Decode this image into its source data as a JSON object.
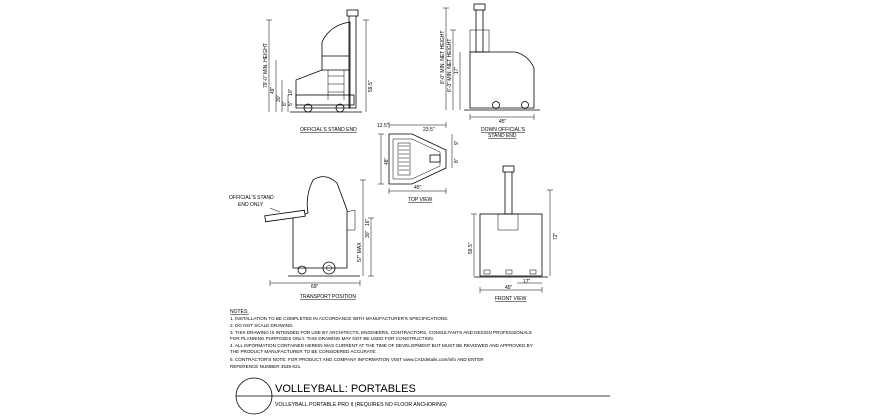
{
  "views": {
    "officials_end": {
      "caption": "OFFICIAL'S STAND END",
      "dims": [
        "79'-0\" MIN. HEIGHT",
        "49\"",
        "30\"",
        "8\"",
        "5\"",
        "10\"",
        "59.5\""
      ]
    },
    "down_officials": {
      "caption_line1": "DOWN OFFICIAL'S",
      "caption_line2": "STAND END",
      "dims": [
        "8'-0\" MIN. NET HEIGHT",
        "6'-3\" MIN. NET HEIGHT",
        "17\""
      ],
      "width_dim": "45\""
    },
    "top": {
      "caption": "TOP VIEW",
      "dims": [
        "12.5\"",
        "23.5\"",
        "9\"",
        "48\"",
        "8\""
      ],
      "width_dim": "45\""
    },
    "transport": {
      "caption": "TRANSPORT POSITION",
      "callout_line1": "OFFICIAL'S STAND",
      "callout_line2": "END ONLY",
      "dims": [
        "57\" MAX",
        "30\"",
        "16\""
      ],
      "width_dim": "69\""
    },
    "front": {
      "caption": "FRONT VIEW",
      "dims": [
        "59.5\"",
        "72\"",
        "17\""
      ],
      "width_dim": "45\""
    }
  },
  "notes": {
    "heading": "NOTES:",
    "lines": [
      "1.  INSTALLATION TO BE COMPLETED IN ACCORDANCE WITH MANUFACTURER'S SPECIFICATIONS.",
      "2.  DO NOT SCALE DRAWING.",
      "3.  THIS DRAWING IS INTENDED FOR USE BY ARCHITECTS, ENGINEERS, CONTRACTORS, CONSULTANTS AND DESIGN PROFESSIONALS",
      "     FOR PLANNING PURPOSES ONLY.  THIS DRAWING MAY NOT BE USED FOR CONSTRUCTION.",
      "4.  ALL INFORMATION CONTAINED HEREIN WAS CURRENT AT THE TIME OF DEVELOPMENT BUT MUST BE REVIEWED AND APPROVED BY",
      "     THE PRODUCT MANUFACTURER TO BE CONSIDERED ACCURATE.",
      "5.  CONTRACTOR'S NOTE: FOR PRODUCT AND COMPANY INFORMATION VISIT www.CADdetails.com/info AND ENTER",
      "     REFERENCE NUMBER 4535-021."
    ]
  },
  "title_block": {
    "title": "VOLLEYBALL: PORTABLES",
    "subtitle": "VOLLEYBALL PORTABLE PRO II (REQUIRES NO FLOOR ANCHORING)"
  }
}
